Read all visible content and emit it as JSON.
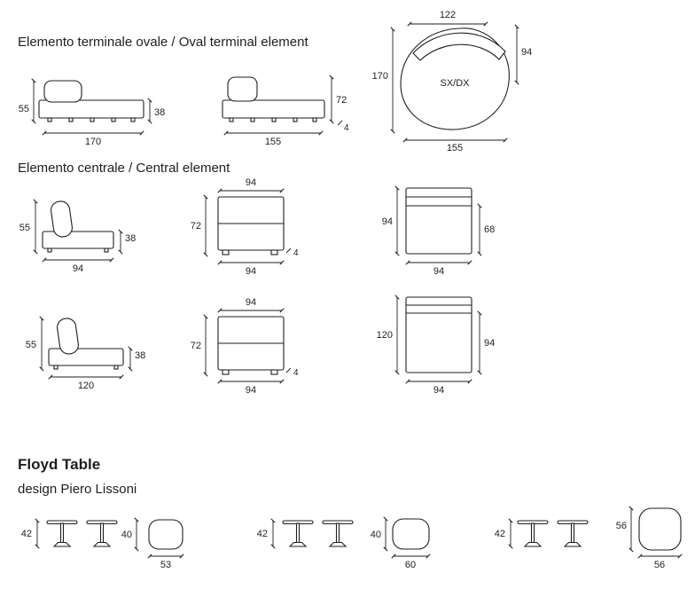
{
  "style": {
    "ink": "#1e1e1e",
    "background": "#ffffff"
  },
  "titles": {
    "terminal": "Elemento terminale ovale / Oval terminal element",
    "central": "Elemento centrale / Central element",
    "floyd_title": "Floyd Table",
    "floyd_subtitle": "design Piero Lissoni"
  },
  "terminal": {
    "side": {
      "back_height": "55",
      "seat_height": "38",
      "width": "170"
    },
    "front": {
      "height": "72",
      "foot": "4",
      "width": "155"
    },
    "top": {
      "back_width": "122",
      "depth": "170",
      "side_depth": "94",
      "orientation": "SX/DX",
      "width": "155"
    }
  },
  "central": {
    "e94": {
      "side": {
        "back_height": "55",
        "seat_height": "38",
        "depth": "94"
      },
      "front": {
        "width_top": "94",
        "height": "72",
        "foot": "4",
        "width_bottom": "94"
      },
      "top": {
        "depth": "94",
        "seat_depth": "68",
        "width": "94"
      }
    },
    "e120": {
      "side": {
        "back_height": "55",
        "seat_height": "38",
        "depth": "120"
      },
      "front": {
        "width_top": "94",
        "height": "72",
        "foot": "4",
        "width_bottom": "94"
      },
      "top": {
        "depth": "120",
        "seat_depth": "94",
        "width": "94"
      }
    }
  },
  "tables": [
    {
      "height": "42",
      "top_height": "40",
      "top_width": "53"
    },
    {
      "height": "42",
      "top_height": "40",
      "top_width": "60"
    },
    {
      "height": "42",
      "top_height": "56",
      "top_width": "56"
    }
  ]
}
